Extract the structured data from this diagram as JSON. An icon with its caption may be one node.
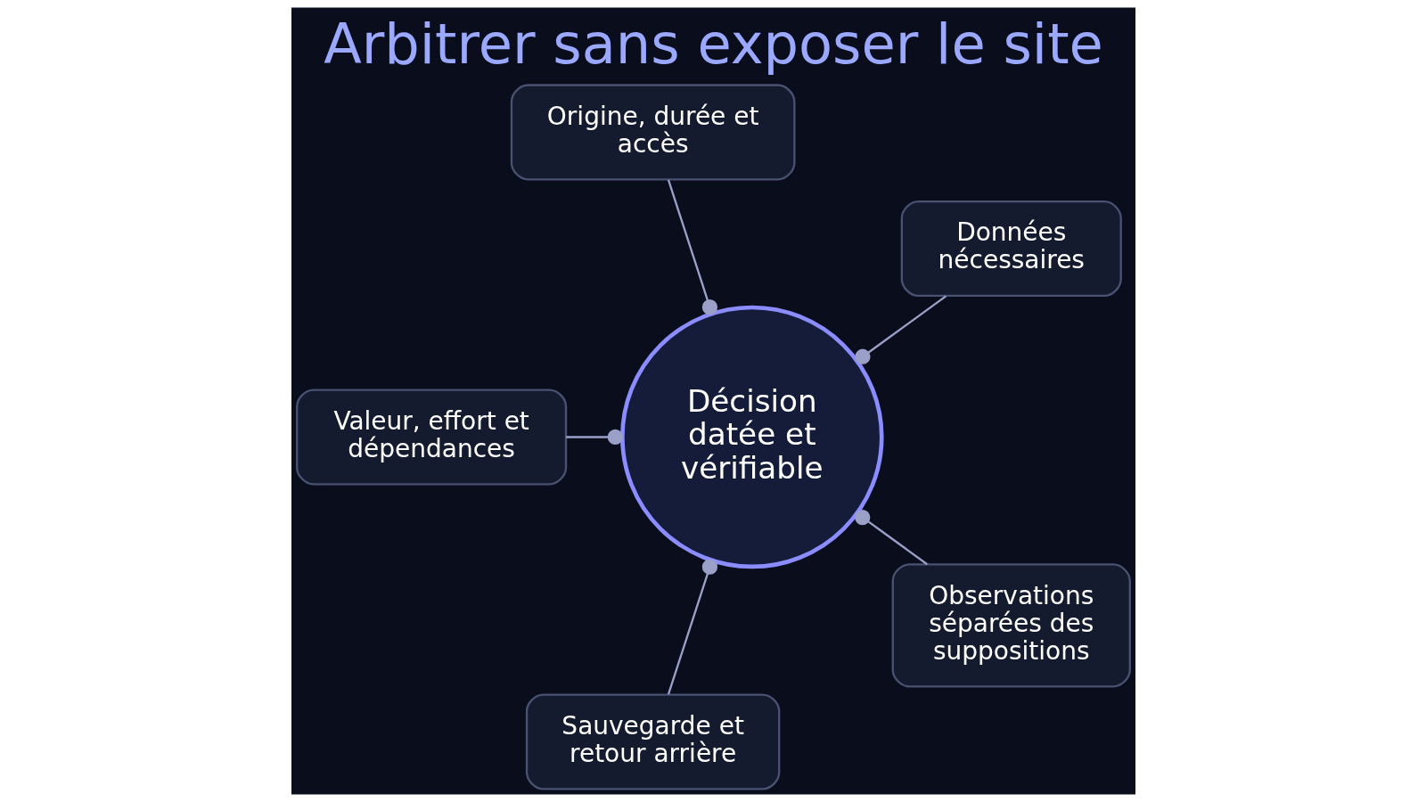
{
  "diagram": {
    "title": "Arbitrer sans exposer le site",
    "nodes": [
      {
        "text": [
          "Décision datée et vérifiable"
        ]
      },
      {
        "text": [
          "Données nécessaires"
        ]
      },
      {
        "text": [
          "Origine, durée et accès"
        ]
      },
      {
        "text": [
          "Valeur, effort et dépendances"
        ]
      },
      {
        "text": [
          "Sauvegarde et retour arrière"
        ]
      },
      {
        "text": [
          "Observations séparées des suppositions"
        ]
      }
    ],
    "edges": [
      {
        "from": 1,
        "to": 0,
        "arrow": "other"
      },
      {
        "from": 2,
        "to": 0,
        "arrow": "other"
      },
      {
        "from": 3,
        "to": 0,
        "arrow": "other"
      },
      {
        "from": 4,
        "to": 0,
        "arrow": "other"
      },
      {
        "from": 5,
        "to": 0,
        "arrow": "other"
      }
    ]
  }
}
